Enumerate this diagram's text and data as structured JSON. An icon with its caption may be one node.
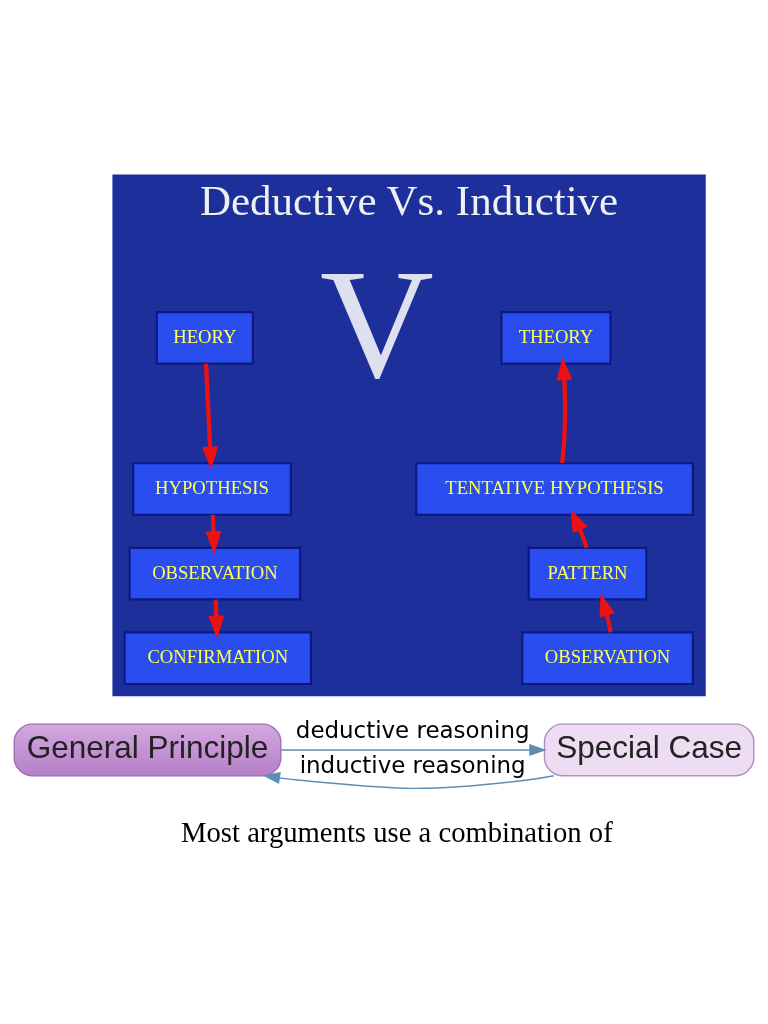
{
  "diagram": {
    "nodes": [
      {
        "text": [
          "Deductive Vs. Inductive"
        ]
      },
      {
        "text": [
          "HEORY"
        ],
        "in": 0
      },
      {
        "text": [
          "HYPOTHESIS"
        ],
        "in": 0
      },
      {
        "text": [
          "OBSERVATION"
        ],
        "in": 0
      },
      {
        "text": [
          "CONFIRMATION"
        ],
        "in": 0
      },
      {
        "text": [
          "OBSERVATION"
        ],
        "in": 0
      },
      {
        "text": [
          "PATTERN"
        ],
        "in": 0
      },
      {
        "text": [
          "TENTATIVE HYPOTHESIS"
        ],
        "in": 0
      },
      {
        "text": [
          "THEORY"
        ],
        "in": 0
      },
      {
        "text": [
          "General Principle"
        ]
      },
      {
        "text": [
          "Special Case"
        ]
      }
    ],
    "edges": [
      {
        "from": 1,
        "to": 2,
        "arrow": "to"
      },
      {
        "from": 2,
        "to": 3,
        "arrow": "to"
      },
      {
        "from": 3,
        "to": 4,
        "arrow": "to"
      },
      {
        "from": 5,
        "to": 6,
        "arrow": "to"
      },
      {
        "from": 6,
        "to": 7,
        "arrow": "to"
      },
      {
        "from": 7,
        "to": 8,
        "arrow": "to"
      },
      {
        "from": 9,
        "to": 10,
        "arrow": "to",
        "label": "deductive reasoning",
        "color": "#5b8db5"
      },
      {
        "from": 10,
        "to": 9,
        "arrow": "to",
        "label": "inductive reasoning",
        "color": "#5b8db5"
      }
    ],
    "labels": [
      "V",
      "Most arguments use a combination of"
    ]
  }
}
